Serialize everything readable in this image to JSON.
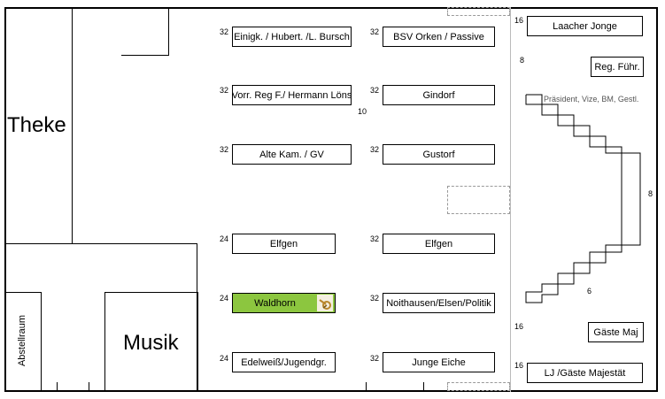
{
  "labels": {
    "theke": "Theke",
    "musik": "Musik",
    "abstellraum": "Abstellraum",
    "praesident": "Präsident, Vize, BM, Gestl."
  },
  "tables": [
    {
      "seats": "32",
      "label": "Einigk. / Hubert. /L.  Bursch"
    },
    {
      "seats": "32",
      "label": "Vorr. Reg F./ Hermann Löns"
    },
    {
      "seats": "32",
      "label": "Alte Kam. / GV"
    },
    {
      "seats": "24",
      "label": "Elfgen"
    },
    {
      "seats": "24",
      "label": "Waldhorn"
    },
    {
      "seats": "24",
      "label": "Edelweiß/Jugendgr."
    },
    {
      "seats": "32",
      "label": "BSV Orken / Passive"
    },
    {
      "seats": "32",
      "label": "Gindorf"
    },
    {
      "seats": "32",
      "label": "Gustorf"
    },
    {
      "seats": "32",
      "label": "Elfgen"
    },
    {
      "seats": "32",
      "label": "Noithausen/Elsen/Politik"
    },
    {
      "seats": "32",
      "label": "Junge Eiche"
    }
  ],
  "right_tables": [
    {
      "seats": "16",
      "label": "Laacher Jonge"
    },
    {
      "seats": "8",
      "label": "Reg. Führ."
    },
    {
      "seats": "16",
      "label": "Gäste Maj"
    },
    {
      "seats": "16",
      "label": "LJ /Gäste Majestät"
    }
  ],
  "misc_numbers": {
    "aisle": "10",
    "stair_right": "8",
    "stair_bottom": "6"
  },
  "colors": {
    "highlight": "#8cc63f",
    "wall": "#000000"
  }
}
